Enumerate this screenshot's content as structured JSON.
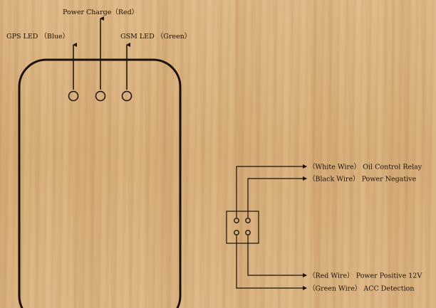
{
  "device": {
    "leds": [
      {
        "label": "Power Charge（Red）"
      },
      {
        "label": "GPS LED （Blue）"
      },
      {
        "label": "GSM LED （Green）"
      }
    ]
  },
  "wires": [
    {
      "label": "（White Wire） Oil Control Relay"
    },
    {
      "label": "（Black Wire） Power Negative"
    },
    {
      "label": "（Red Wire） Power Positive 12V"
    },
    {
      "label": "（Green Wire） ACC Detection"
    }
  ],
  "colors": {
    "ink": "#1a1008",
    "wood": "#d7b07e"
  }
}
